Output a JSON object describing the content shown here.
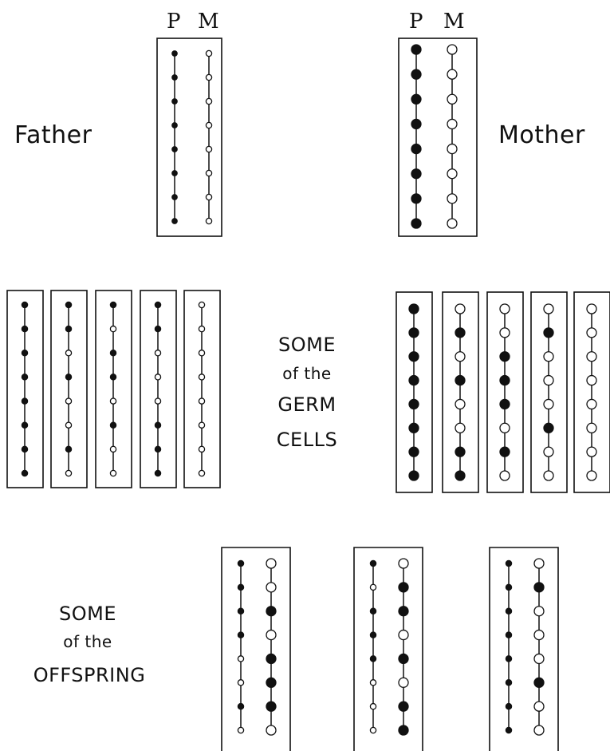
{
  "header": {
    "father_p": "P",
    "father_m": "M",
    "mother_p": "P",
    "mother_m": "M"
  },
  "labels": {
    "father": "Father",
    "mother": "Mother",
    "germ_line1": "SOME",
    "germ_line2": "of the",
    "germ_line3": "GERM",
    "germ_line4": "CELLS",
    "off_line1": "SOME",
    "off_line2": "of the",
    "off_line3": "OFFSPRING"
  },
  "colors": {
    "ink": "#111111",
    "paper": "#ffffff"
  },
  "parents": {
    "father": {
      "columns": [
        [
          "B",
          "B",
          "B",
          "B",
          "B",
          "B",
          "B",
          "B"
        ],
        [
          "W",
          "W",
          "W",
          "W",
          "W",
          "W",
          "W",
          "W"
        ]
      ]
    },
    "mother": {
      "columns": [
        [
          "B",
          "B",
          "B",
          "B",
          "B",
          "B",
          "B",
          "B"
        ],
        [
          "W",
          "W",
          "W",
          "W",
          "W",
          "W",
          "W",
          "W"
        ]
      ]
    }
  },
  "germ_cells": {
    "father": [
      [
        "B",
        "B",
        "B",
        "B",
        "B",
        "B",
        "B",
        "B"
      ],
      [
        "B",
        "B",
        "W",
        "B",
        "W",
        "W",
        "B",
        "W"
      ],
      [
        "B",
        "W",
        "B",
        "B",
        "W",
        "B",
        "W",
        "W"
      ],
      [
        "B",
        "B",
        "W",
        "W",
        "W",
        "B",
        "B",
        "B"
      ],
      [
        "W",
        "W",
        "W",
        "W",
        "W",
        "W",
        "W",
        "W"
      ]
    ],
    "mother": [
      [
        "B",
        "B",
        "B",
        "B",
        "B",
        "B",
        "B",
        "B"
      ],
      [
        "W",
        "B",
        "W",
        "B",
        "W",
        "W",
        "B",
        "B"
      ],
      [
        "W",
        "W",
        "B",
        "B",
        "B",
        "W",
        "B",
        "W"
      ],
      [
        "W",
        "B",
        "W",
        "W",
        "W",
        "B",
        "W",
        "W"
      ],
      [
        "W",
        "W",
        "W",
        "W",
        "W",
        "W",
        "W",
        "W"
      ]
    ]
  },
  "offspring": [
    {
      "paternal": [
        "B",
        "B",
        "B",
        "B",
        "W",
        "W",
        "B",
        "W"
      ],
      "maternal": [
        "W",
        "W",
        "B",
        "W",
        "B",
        "B",
        "B",
        "W"
      ]
    },
    {
      "paternal": [
        "B",
        "W",
        "B",
        "B",
        "B",
        "W",
        "W",
        "W"
      ],
      "maternal": [
        "W",
        "B",
        "B",
        "W",
        "B",
        "W",
        "B",
        "B"
      ]
    },
    {
      "paternal": [
        "B",
        "B",
        "B",
        "B",
        "B",
        "B",
        "B",
        "B"
      ],
      "maternal": [
        "W",
        "B",
        "W",
        "W",
        "W",
        "B",
        "W",
        "W"
      ]
    }
  ]
}
